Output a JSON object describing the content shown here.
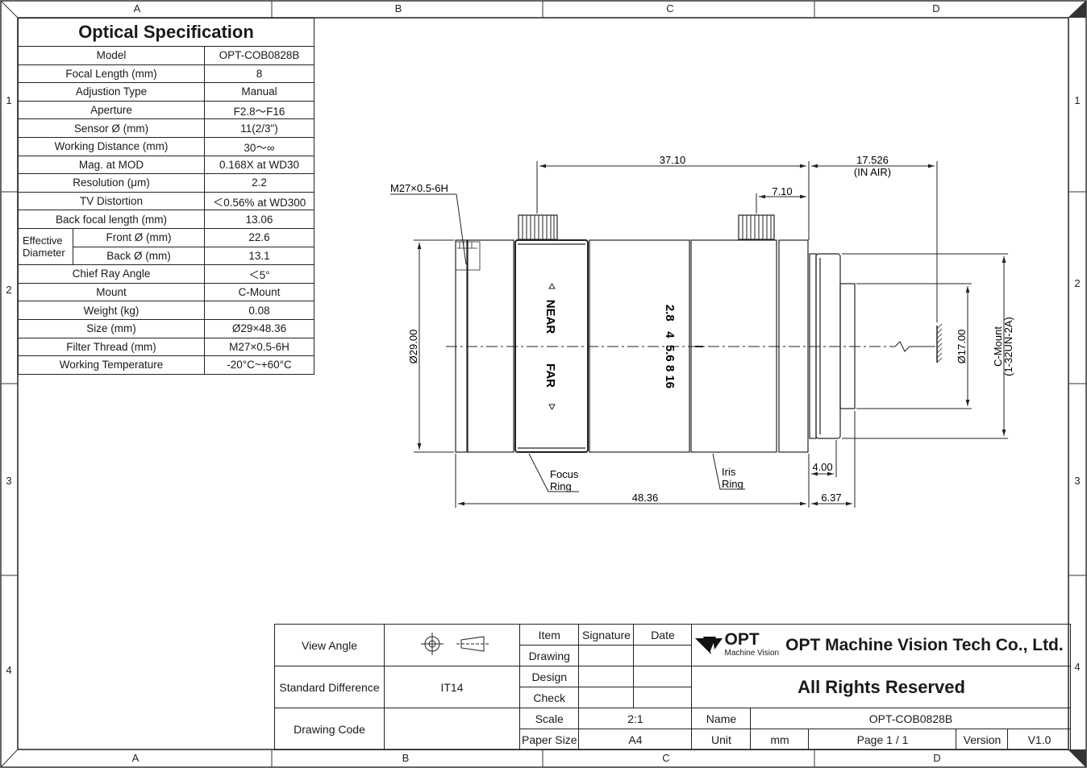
{
  "zones": {
    "columns": [
      "A",
      "B",
      "C",
      "D"
    ],
    "rows": [
      "1",
      "2",
      "3",
      "4"
    ]
  },
  "spec": {
    "title": "Optical Specification",
    "rows": [
      {
        "label": "Model",
        "value": "OPT-COB0828B"
      },
      {
        "label": "Focal Length (mm)",
        "value": "8"
      },
      {
        "label": "Adjustion Type",
        "value": "Manual"
      },
      {
        "label": "Aperture",
        "value": "F2.8～F16"
      },
      {
        "label": "Sensor Ø (mm)",
        "value": "11(2/3\")"
      },
      {
        "label": "Working Distance (mm)",
        "value": "30～∞"
      },
      {
        "label": "Mag. at MOD",
        "value": "0.168X at WD30"
      },
      {
        "label": "Resolution (μm)",
        "value": "2.2"
      },
      {
        "label": "TV Distortion",
        "value": "＜0.56% at WD300"
      },
      {
        "label": "Back focal length (mm)",
        "value": "13.06"
      }
    ],
    "effective": {
      "group_label": "Effective Diameter",
      "front_label": "Front Ø (mm)",
      "front_value": "22.6",
      "back_label": "Back Ø (mm)",
      "back_value": "13.1"
    },
    "rows2": [
      {
        "label": "Chief Ray Angle",
        "value": "＜5°"
      },
      {
        "label": "Mount",
        "value": "C-Mount"
      },
      {
        "label": "Weight (kg)",
        "value": "0.08"
      },
      {
        "label": "Size (mm)",
        "value": "Ø29×48.36"
      },
      {
        "label": "Filter Thread (mm)",
        "value": "M27×0.5-6H"
      },
      {
        "label": "Working Temperature",
        "value": "-20°C~+60°C"
      }
    ]
  },
  "drawing": {
    "dim_length_top": "37.10",
    "dim_7_10": "7.10",
    "dim_back": "17.526",
    "dim_back_note": "(IN AIR)",
    "thread_label": "M27×0.5-6H",
    "dia_29": "Ø29.00",
    "dia_17": "Ø17.00",
    "mount_label": "C-Mount",
    "mount_thread": "(1-32UN-2A)",
    "near": "NEAR",
    "far": "FAR",
    "aperture_scale": "2.8   4  5.6 8 16",
    "focus_ring": [
      "Focus",
      "Ring"
    ],
    "iris_ring": [
      "Iris",
      "Ring"
    ],
    "dim_total": "48.36",
    "dim_4_00": "4.00",
    "dim_6_37": "6.37"
  },
  "title_block": {
    "view_angle": "View Angle",
    "standard_difference": "Standard Difference",
    "standard_value": "IT14",
    "drawing_code": "Drawing Code",
    "item": "Item",
    "signature": "Signature",
    "date": "Date",
    "drawing": "Drawing",
    "design": "Design",
    "check": "Check",
    "scale": "Scale",
    "scale_value": "2:1",
    "paper_size": "Paper Size",
    "paper_value": "A4",
    "logo_text": "OPT",
    "logo_sub": "Machine Vision",
    "company": "OPT Machine Vision Tech Co., Ltd.",
    "rights": "All Rights Reserved",
    "name": "Name",
    "name_value": "OPT-COB0828B",
    "unit": "Unit",
    "unit_value": "mm",
    "page": "Page  1 / 1",
    "version": "Version",
    "version_value": "V1.0"
  }
}
